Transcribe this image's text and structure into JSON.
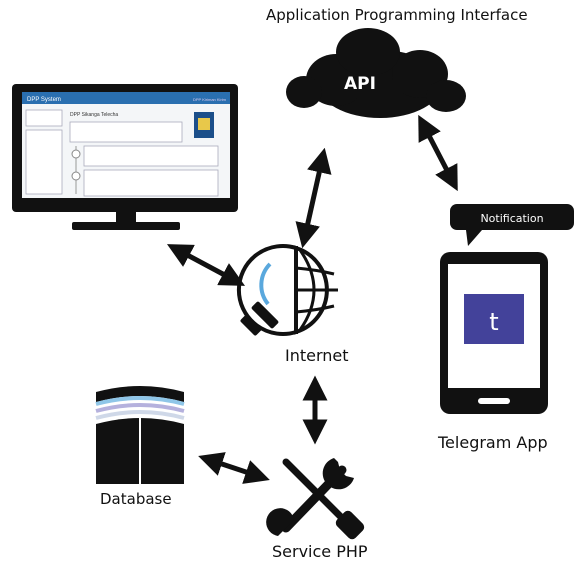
{
  "diagram": {
    "title": "Application Programming Interface",
    "api_label": "API",
    "monitor": {
      "app_title": "DPP System",
      "header_right": "DPP Kiriman Kirim",
      "subtitle": "DPP Sikanga Telecha"
    },
    "internet_label": "Internet",
    "database_label": "Database",
    "service_label": "Service PHP",
    "notification_label": "Notification",
    "telegram_icon_letter": "t",
    "telegram_label": "Telegram App"
  }
}
